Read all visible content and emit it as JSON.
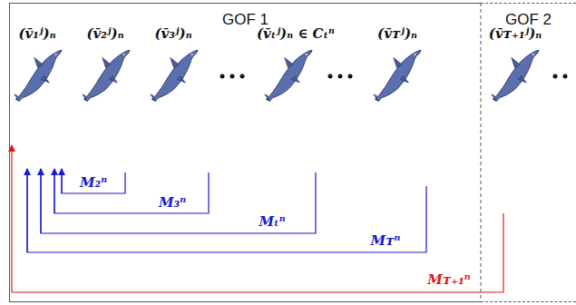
{
  "diagram": {
    "nodes": [
      {
        "text": [
          "GOF 1"
        ]
      },
      {
        "text": [
          "GOF 2"
        ]
      }
    ],
    "labels": [
      "(v̄₁ʲ)ₙ",
      "(v̄₂ʲ)ₙ",
      "(v̄₃ʲ)ₙ",
      "(v̄ₜʲ)ₙ ∈ Cₜⁿ",
      "(v̄ᴛʲ)ₙ",
      "(v̄ᴛ₊₁ʲ)ₙ",
      "M₂ⁿ",
      "M₃ⁿ",
      "Mₜⁿ",
      "Mᴛⁿ",
      "Mᴛ₊₁ⁿ"
    ]
  }
}
